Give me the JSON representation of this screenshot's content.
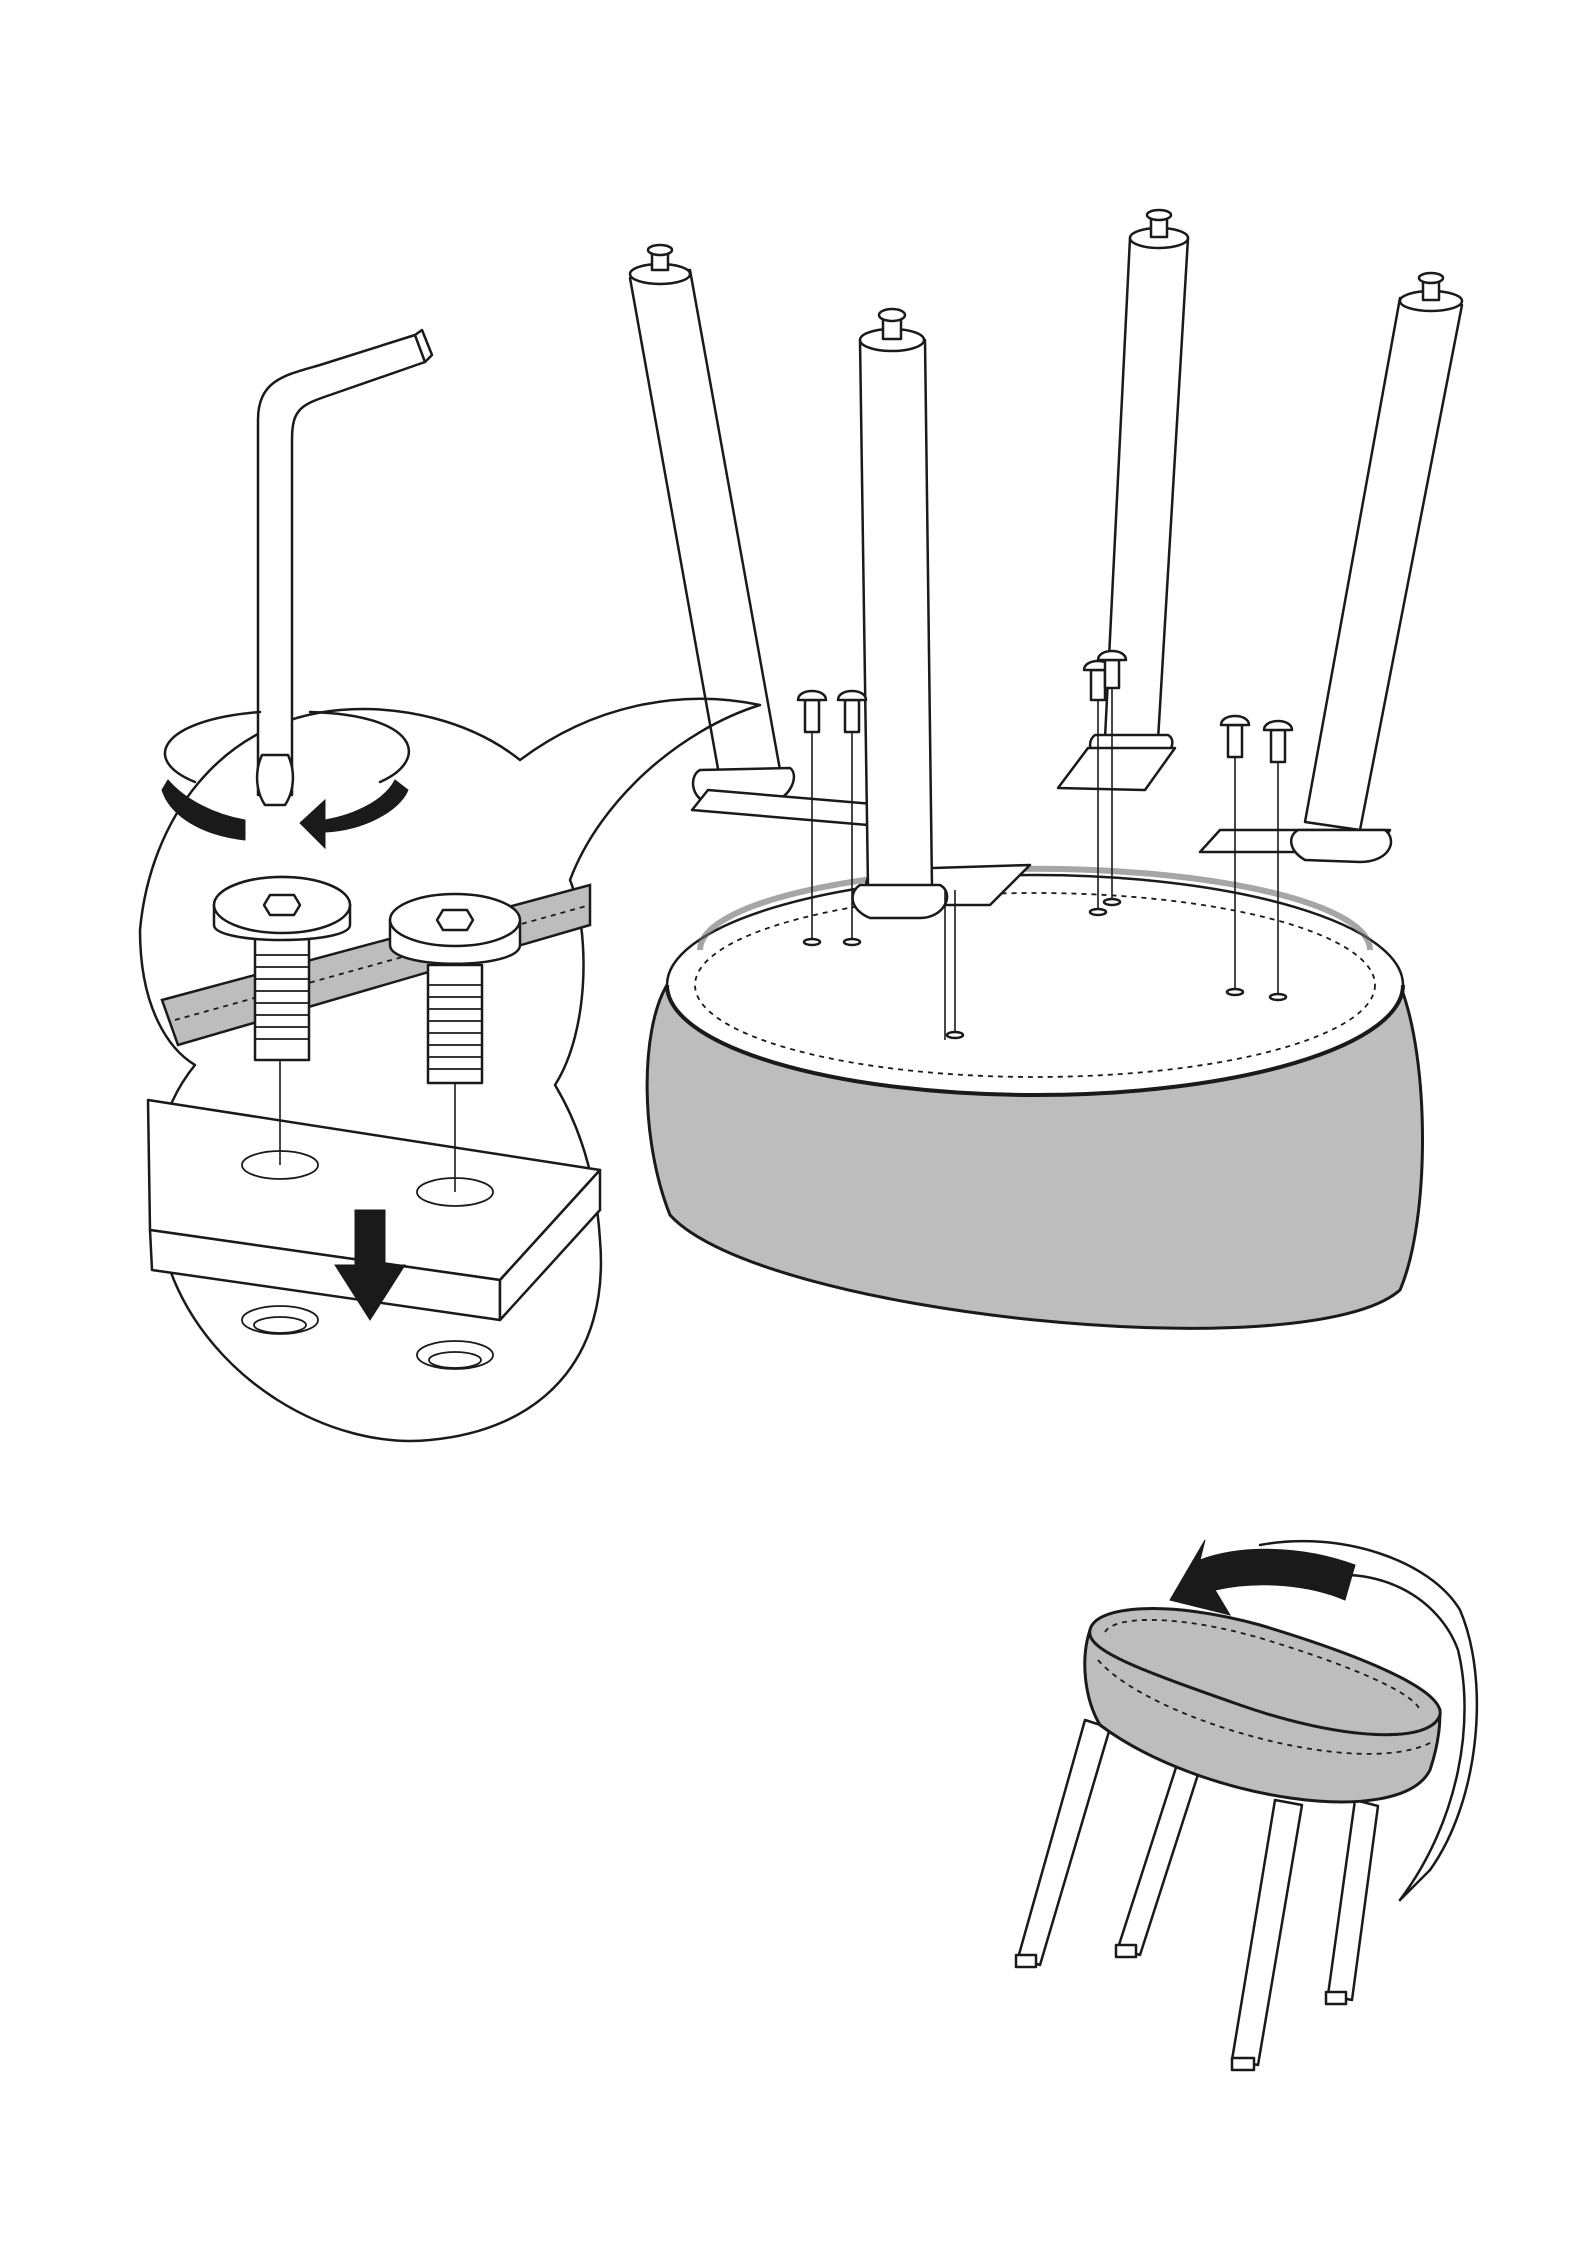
{
  "page": {
    "background": "#ffffff",
    "line_color": "#1a1a1a",
    "fabric_color": "#bdbdbd"
  },
  "illustration": {
    "main_step": {
      "legs_count": 4,
      "screws_per_leg": 2,
      "tool": "hex-key"
    },
    "detail_callout": {
      "screws_shown": 2,
      "rotation": "clockwise",
      "motion": "down"
    },
    "final_step": {
      "action": "flip-stool-upright"
    }
  }
}
